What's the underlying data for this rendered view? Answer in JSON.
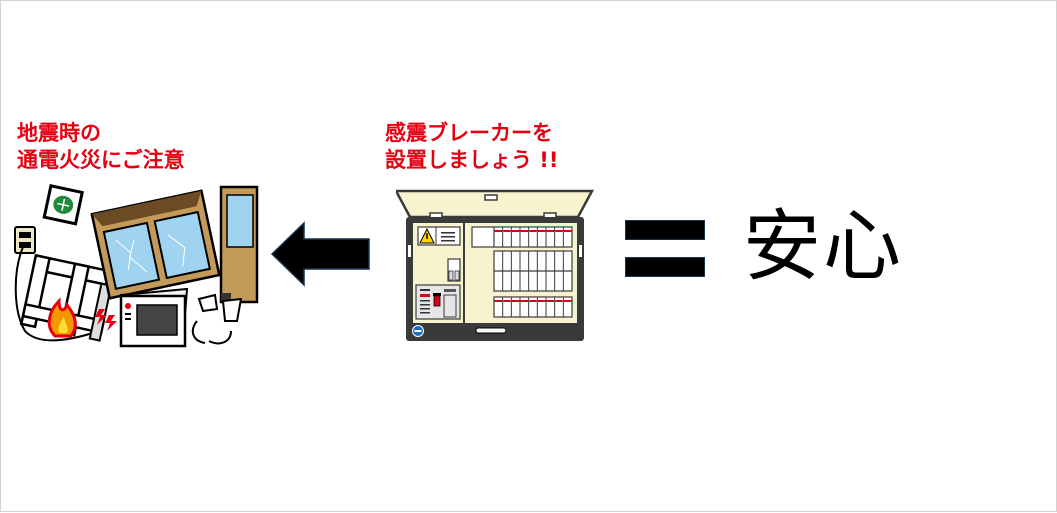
{
  "slide": {
    "left_panel": {
      "caption_line1": "地震時の",
      "caption_line2": "通電火災にご注意",
      "illustration": "earthquake-electrical-fire-illustration"
    },
    "arrow": {
      "direction": "left",
      "icon": "left-arrow-icon"
    },
    "middle_panel": {
      "caption_line1": "感震ブレーカーを",
      "caption_line2": "設置しましょう !!",
      "illustration": "seismic-breaker-panel-illustration"
    },
    "equals": {
      "icon": "equals-sign-icon"
    },
    "result_text": "安心"
  },
  "colors": {
    "caption_red": "#e60012",
    "arrow_fill": "#000000",
    "arrow_outline": "#17324a",
    "panel_frame": "#3a3a3a",
    "panel_cream": "#f8f3cf",
    "breaker_red": "#d9001b",
    "wood": "#c49a5a",
    "glass": "#9fd3f0",
    "flame_orange": "#f39800",
    "flame_red": "#e60012"
  }
}
